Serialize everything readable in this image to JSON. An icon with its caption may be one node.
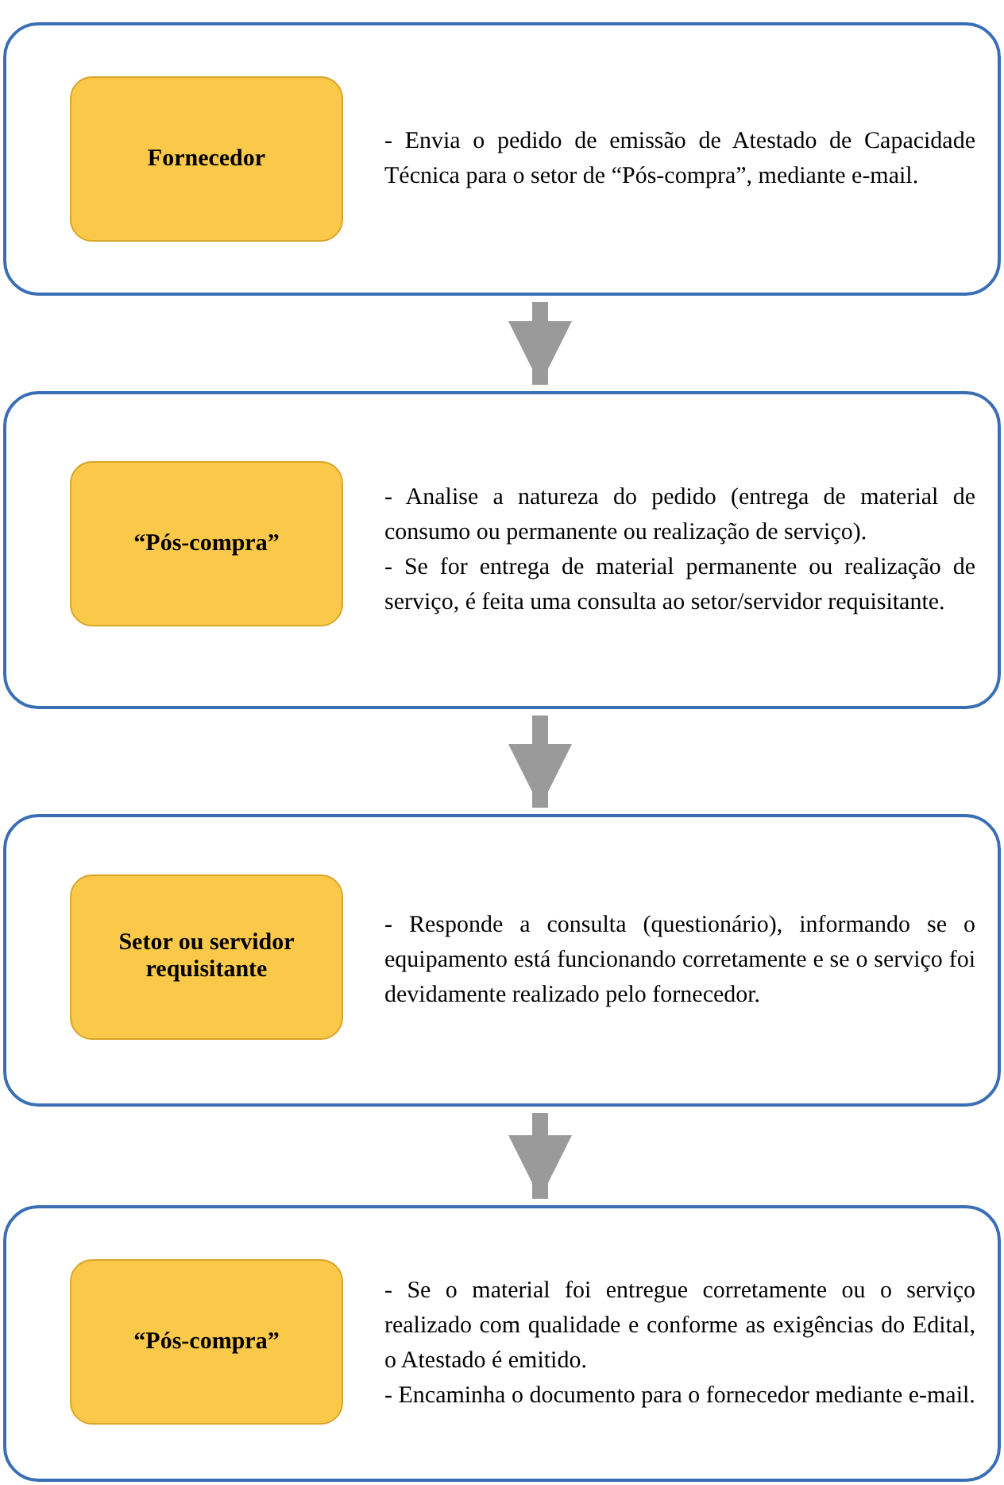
{
  "diagram": {
    "nodes": [
      {
        "text": [
          "- Envia o pedido de emissão de Atestado de Capacidade Técnica para o setor de “Pós-compra”, mediante e-mail."
        ]
      },
      {
        "text": [
          "Fornecedor"
        ],
        "in": 0
      },
      {
        "text": [
          "- Analise a natureza do pedido (entrega de material de consumo ou permanente ou realização de serviço).",
          "- Se for entrega de material permanente ou realização de serviço, é feita uma consulta ao setor/servidor requisitante."
        ]
      },
      {
        "text": [
          "“Pós-compra”"
        ],
        "in": 2
      },
      {
        "text": [
          "- Responde a consulta (questionário), informando se o equipamento está funcionando corretamente e se o serviço foi devidamente realizado pelo fornecedor."
        ]
      },
      {
        "text": [
          "Setor ou servidor requisitante"
        ],
        "in": 4
      },
      {
        "text": [
          "- Se o material foi entregue corretamente ou o serviço realizado com qualidade e conforme as exigências do Edital, o Atestado é emitido.",
          "- Encaminha o documento para o fornecedor mediante e-mail."
        ]
      },
      {
        "text": [
          "“Pós-compra”"
        ],
        "in": 6
      }
    ],
    "edges": [
      {
        "from": 0,
        "to": 2,
        "arrow": "to"
      },
      {
        "from": 2,
        "to": 4,
        "arrow": "to"
      },
      {
        "from": 4,
        "to": 6,
        "arrow": "to"
      }
    ]
  }
}
